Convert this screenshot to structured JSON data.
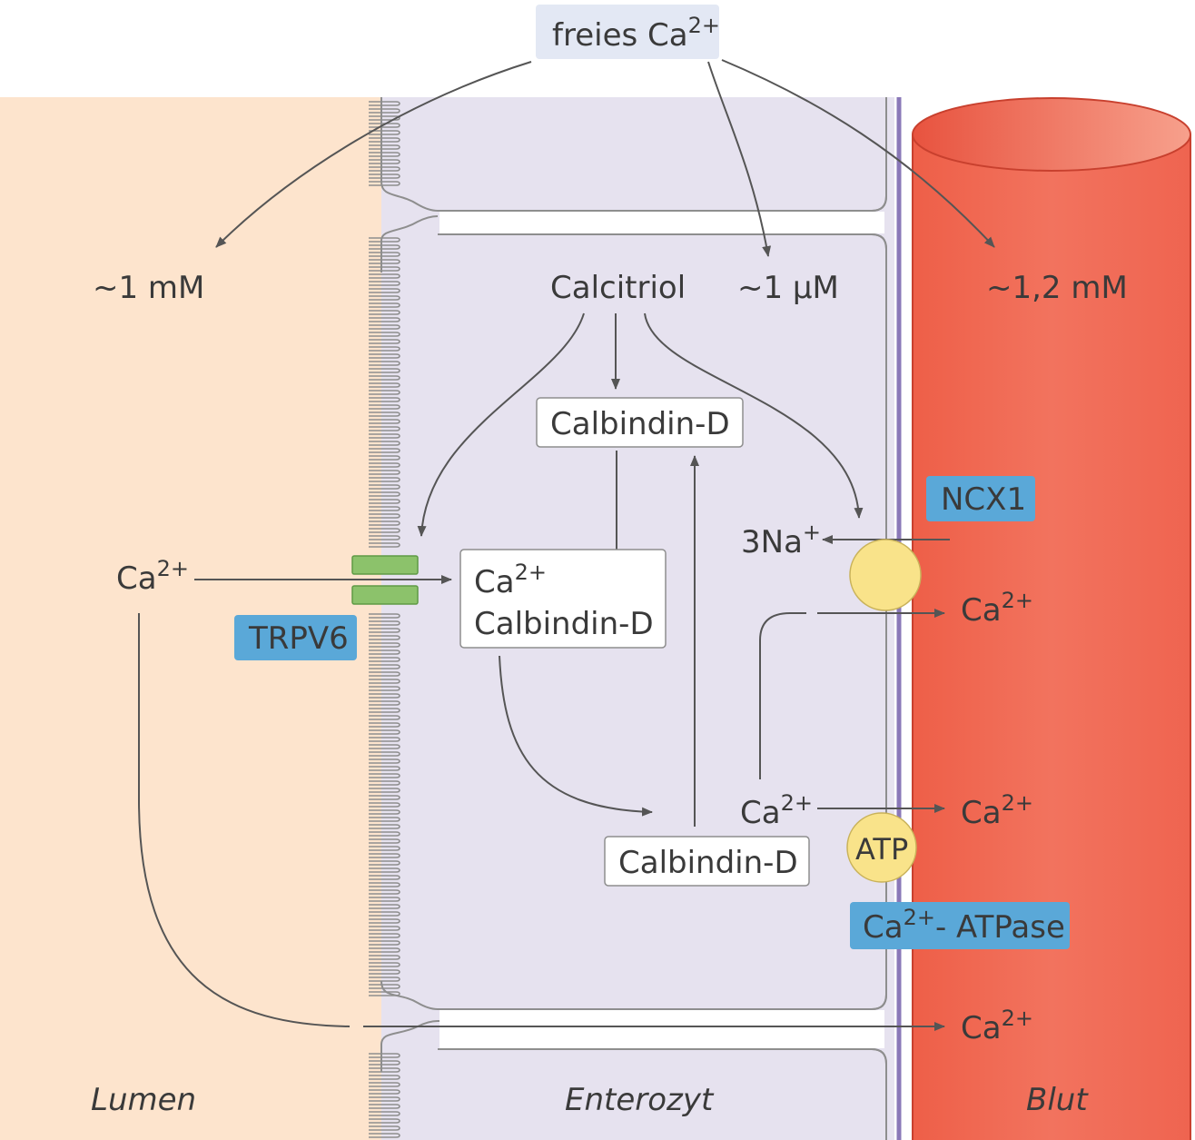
{
  "top_label": {
    "base": "freies Ca",
    "sup": "2+"
  },
  "concentrations": {
    "lumen": "~1 mM",
    "enterocyte": "~1 µM",
    "blood": "~1,2 mM"
  },
  "calcitriol": "Calcitriol",
  "calbindin_top": "Calbindin-D",
  "complex": {
    "line1_base": "Ca",
    "line1_sup": "2+",
    "line2": "Calbindin-D"
  },
  "calbindin_bottom": "Calbindin-D",
  "ion": {
    "base": "Ca",
    "sup": "2+"
  },
  "sodium": {
    "base": "3Na",
    "sup": "+"
  },
  "atp": "ATP",
  "transporters": {
    "trpv6": "TRPV6",
    "ncx1": "NCX1",
    "atpase": {
      "base": "Ca",
      "sup": "2+",
      "rest": "- ATPase"
    }
  },
  "regions": {
    "lumen": "Lumen",
    "enterocyte": "Enterozyt",
    "blood": "Blut"
  },
  "colors": {
    "lumen_bg": "#fde4cd",
    "cell_bg": "#e6e2ef",
    "label_box": "#e3e8f4",
    "transporter_box": "#5aa8d8",
    "channel": "#8cc26b",
    "carrier": "#f9e38a",
    "membrane": "#8a78b8",
    "vessel": "#ef6450",
    "arrow": "#555555"
  }
}
